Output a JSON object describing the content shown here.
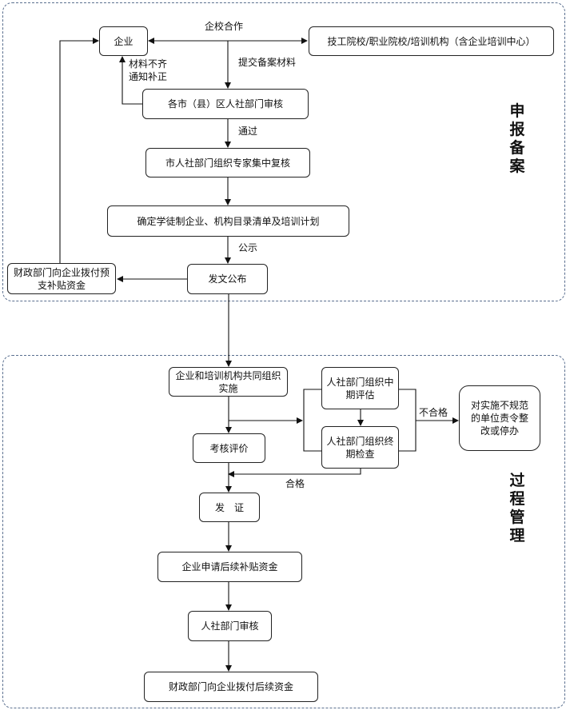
{
  "sections": {
    "declare": "申报备案",
    "process": "过程管理"
  },
  "boxes": {
    "enterprise": "企业",
    "schools": "技工院校/职业院校/培训机构（含企业培训中心）",
    "county_review": "各市（县）区人社部门审核",
    "city_review": "市人社部门组织专家集中复核",
    "confirm_list": "确定学徒制企业、机构目录清单及培训计划",
    "publish": "发文公布",
    "finance_prepay": "财政部门向企业拨付预支补贴资金",
    "implement": "企业和培训机构共同组织实施",
    "mid_eval": "人社部门组织中期评估",
    "final_check": "人社部门组织终期检查",
    "assess": "考核评价",
    "rectify": "对实施不规范的单位责令整改或停办",
    "certify": "发　证",
    "apply_followup": "企业申请后续补贴资金",
    "hr_review": "人社部门审核",
    "finance_followup": "财政部门向企业拨付后续资金"
  },
  "labels": {
    "cooperation": "企校合作",
    "submit": "提交备案材料",
    "incomplete_1": "材料不齐",
    "incomplete_2": "通知补正",
    "pass": "通过",
    "announce": "公示",
    "fail": "不合格",
    "qualified": "合格"
  }
}
